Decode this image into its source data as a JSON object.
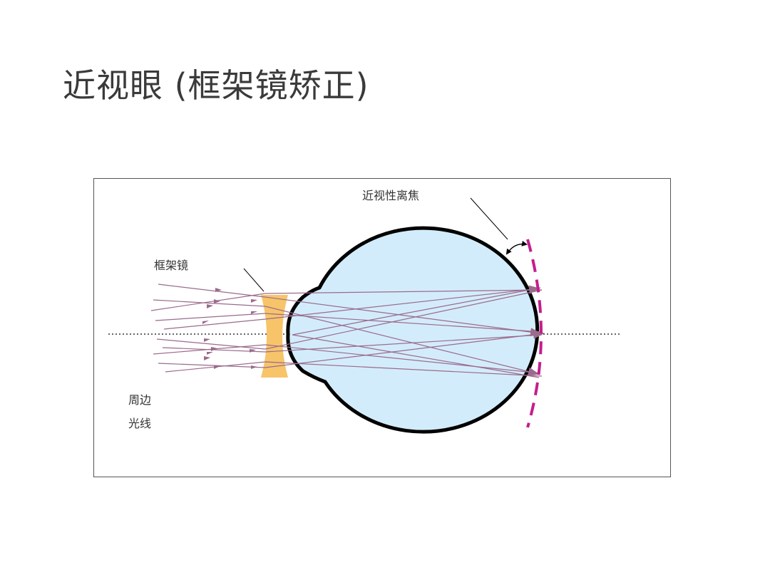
{
  "title": "近视眼 (框架镜矫正)",
  "labels": {
    "myopic_defocus": "近视性离焦",
    "spectacle_lens": "框架镜",
    "peripheral_1": "周边",
    "peripheral_2": "光线"
  },
  "colors": {
    "eye_fill": "#d3ecfb",
    "eye_outline": "#000000",
    "lens": "#f7c46a",
    "rays": "#9a6b8c",
    "focal_shell": "#c41e8c"
  }
}
